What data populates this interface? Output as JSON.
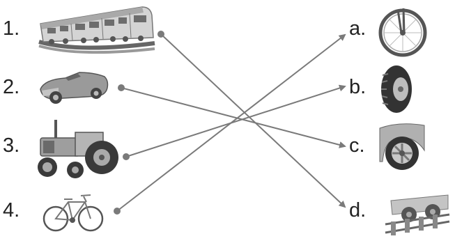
{
  "left_items": [
    {
      "number": "1.",
      "vehicle": "train"
    },
    {
      "number": "2.",
      "vehicle": "convertible car"
    },
    {
      "number": "3.",
      "vehicle": "tractor"
    },
    {
      "number": "4.",
      "vehicle": "bicycle"
    }
  ],
  "right_items": [
    {
      "letter": "a.",
      "wheel": "bicycle wheel"
    },
    {
      "letter": "b.",
      "wheel": "tractor tyre"
    },
    {
      "letter": "c.",
      "wheel": "car wheel"
    },
    {
      "letter": "d.",
      "wheel": "train wheels on track"
    }
  ],
  "matches": [
    {
      "from": "1.",
      "to": "d."
    },
    {
      "from": "2.",
      "to": "c."
    },
    {
      "from": "3.",
      "to": "b."
    },
    {
      "from": "4.",
      "to": "a."
    }
  ],
  "colors": {
    "line": "#7a7a7a",
    "text": "#222222",
    "picture": "#888888"
  }
}
